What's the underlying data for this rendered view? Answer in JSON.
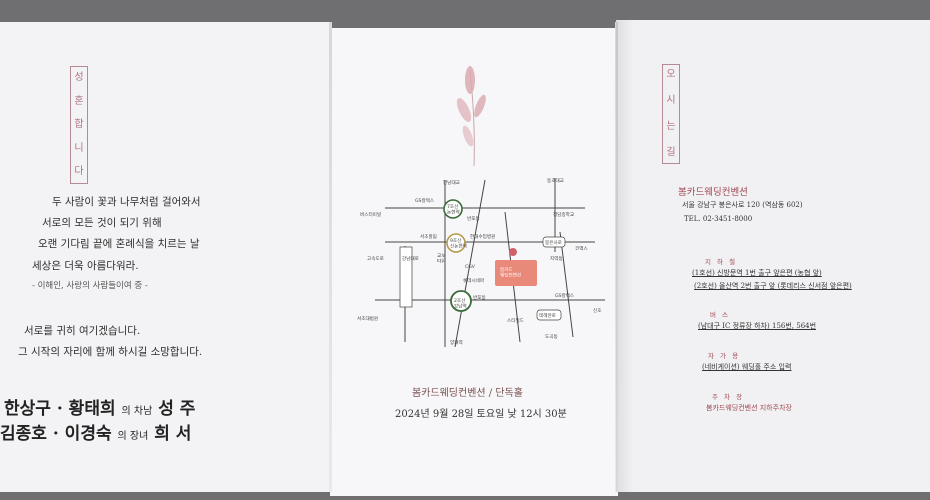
{
  "left_panel": {
    "title_chars": [
      "성",
      "혼",
      "합",
      "니",
      "다"
    ],
    "poem": [
      "두 사람이 꽃과 나무처럼 걸어와서",
      "서로의 모든 것이 되기 위해",
      "오랜 기다림 끝에 혼례식을 치르는 날",
      "세상은 더욱 아름다워라."
    ],
    "poem_credit": "- 이해인, 사랑의 사람들이여 중 -",
    "message": [
      "서로를 귀히 여기겠습니다.",
      "그 시작의 자리에 함께 하시길 소망합니다."
    ],
    "groom_parents": "한상구 · 황태희",
    "groom_relation": "의 차남",
    "groom_name": "성 주",
    "bride_parents": "김종호 · 이경숙",
    "bride_relation": "의 장녀",
    "bride_name": "희 서"
  },
  "map": {
    "labels": {
      "hannam": "한남대교",
      "dongho": "동호대교",
      "gs_top": "GS칼텍스",
      "st7": "7호선\n논현역",
      "bus_terminal": "버스터미널",
      "banpo": "반포동",
      "cheongdam": "청담중학교",
      "seocho": "서초할림",
      "st9": "9호선\n신논현역",
      "hanssal": "한대수입병원",
      "bongeunsa": "봉은사로",
      "coex": "코엑스",
      "gyoboak": "교보\n타워",
      "gangnamdaero": "강남대로",
      "goyae": "고속도로",
      "cgv": "CGV",
      "lotte": "롯데시네마",
      "venue": "봄카드\n웨딩컨벤션",
      "jiyeok": "지역동",
      "gs_bottom": "GS칼텍스",
      "st2": "2호선\n강남역",
      "banpo2": "반포동",
      "teheranro": "테헤란로",
      "sindo": "신호",
      "seochoseoul": "서초대법원",
      "sechip": "스타필드",
      "yangjae": "양재역",
      "dogok": "도곡동"
    }
  },
  "middle_panel": {
    "venue_line": "봄카드웨딩컨벤션 / 단독홀",
    "date_line": "2024년 9월 28일 토요일 낮 12시 30분"
  },
  "right_panel": {
    "title_chars": [
      "오",
      "시",
      "는",
      "길"
    ],
    "venue_name": "봄카드웨딩컨벤션",
    "address": "서울 강남구 봉은사로 120 (역삼동 602)",
    "tel": "TEL. 02-3451-8000",
    "subway_title": "지 하 철",
    "subway_lines": [
      "(1호선) 신방문역 1번 출구 앞은편 (농협 앞)",
      "(2호선) 올산역 2번 출구 앞 (롯데리스 신서점 앞은편)"
    ],
    "bus_title": "버 스",
    "bus_line": "(남대구 IC 정류장 하차) 156번, 564번",
    "car_title": "자 가 용",
    "car_line": "(네비게이션) 웨딩홀 주소 입력",
    "parking_title": "주 차 장",
    "parking_line": "봄카드웨딩컨벤션 지하주차장"
  },
  "colors": {
    "accent": "#a04a55",
    "map_line": "#444444",
    "station_green": "#3a6b3a",
    "venue_badge": "#e8897a"
  }
}
